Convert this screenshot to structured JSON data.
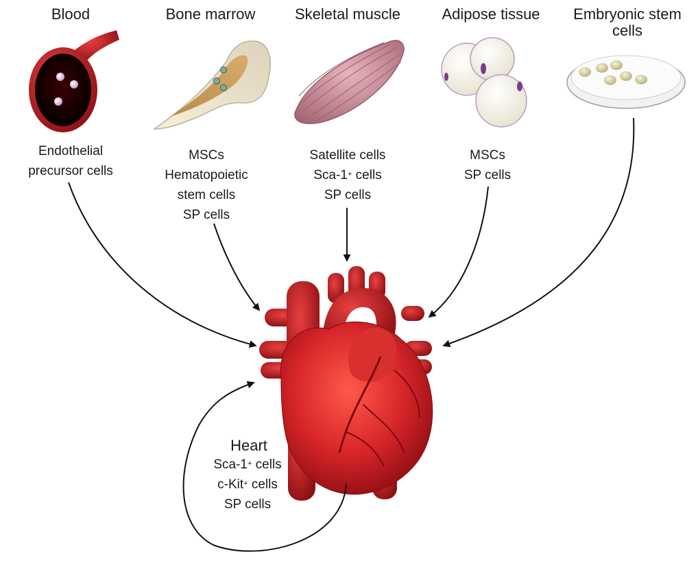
{
  "sources": [
    {
      "id": "blood",
      "title": [
        "Blood"
      ],
      "cells": [
        "Endothelial",
        "precursor cells"
      ]
    },
    {
      "id": "bone-marrow",
      "title": [
        "Bone marrow"
      ],
      "cells": [
        "MSCs",
        "Hematopoietic",
        "stem cells",
        "SP cells"
      ]
    },
    {
      "id": "skeletal-muscle",
      "title": [
        "Skeletal muscle"
      ],
      "cells": [
        "Satellite cells",
        "Sca-1+ cells",
        "SP cells"
      ]
    },
    {
      "id": "adipose-tissue",
      "title": [
        "Adipose tissue"
      ],
      "cells": [
        "MSCs",
        "SP cells"
      ]
    },
    {
      "id": "embryonic-stem-cells",
      "title": [
        "Embryonic stem",
        "cells"
      ],
      "cells": []
    }
  ],
  "target": {
    "title": "Heart",
    "cells": [
      "Sca-1+ cells",
      "c-Kit+ cells",
      "SP cells"
    ]
  },
  "colors": {
    "heart": "#d42a2a",
    "vessel": "#b51c1c",
    "arrow": "#111111",
    "muscle": "#c98a96",
    "fat": "#f1efe4",
    "dish": "#eeeeee",
    "marrow": "#c79a5e"
  }
}
